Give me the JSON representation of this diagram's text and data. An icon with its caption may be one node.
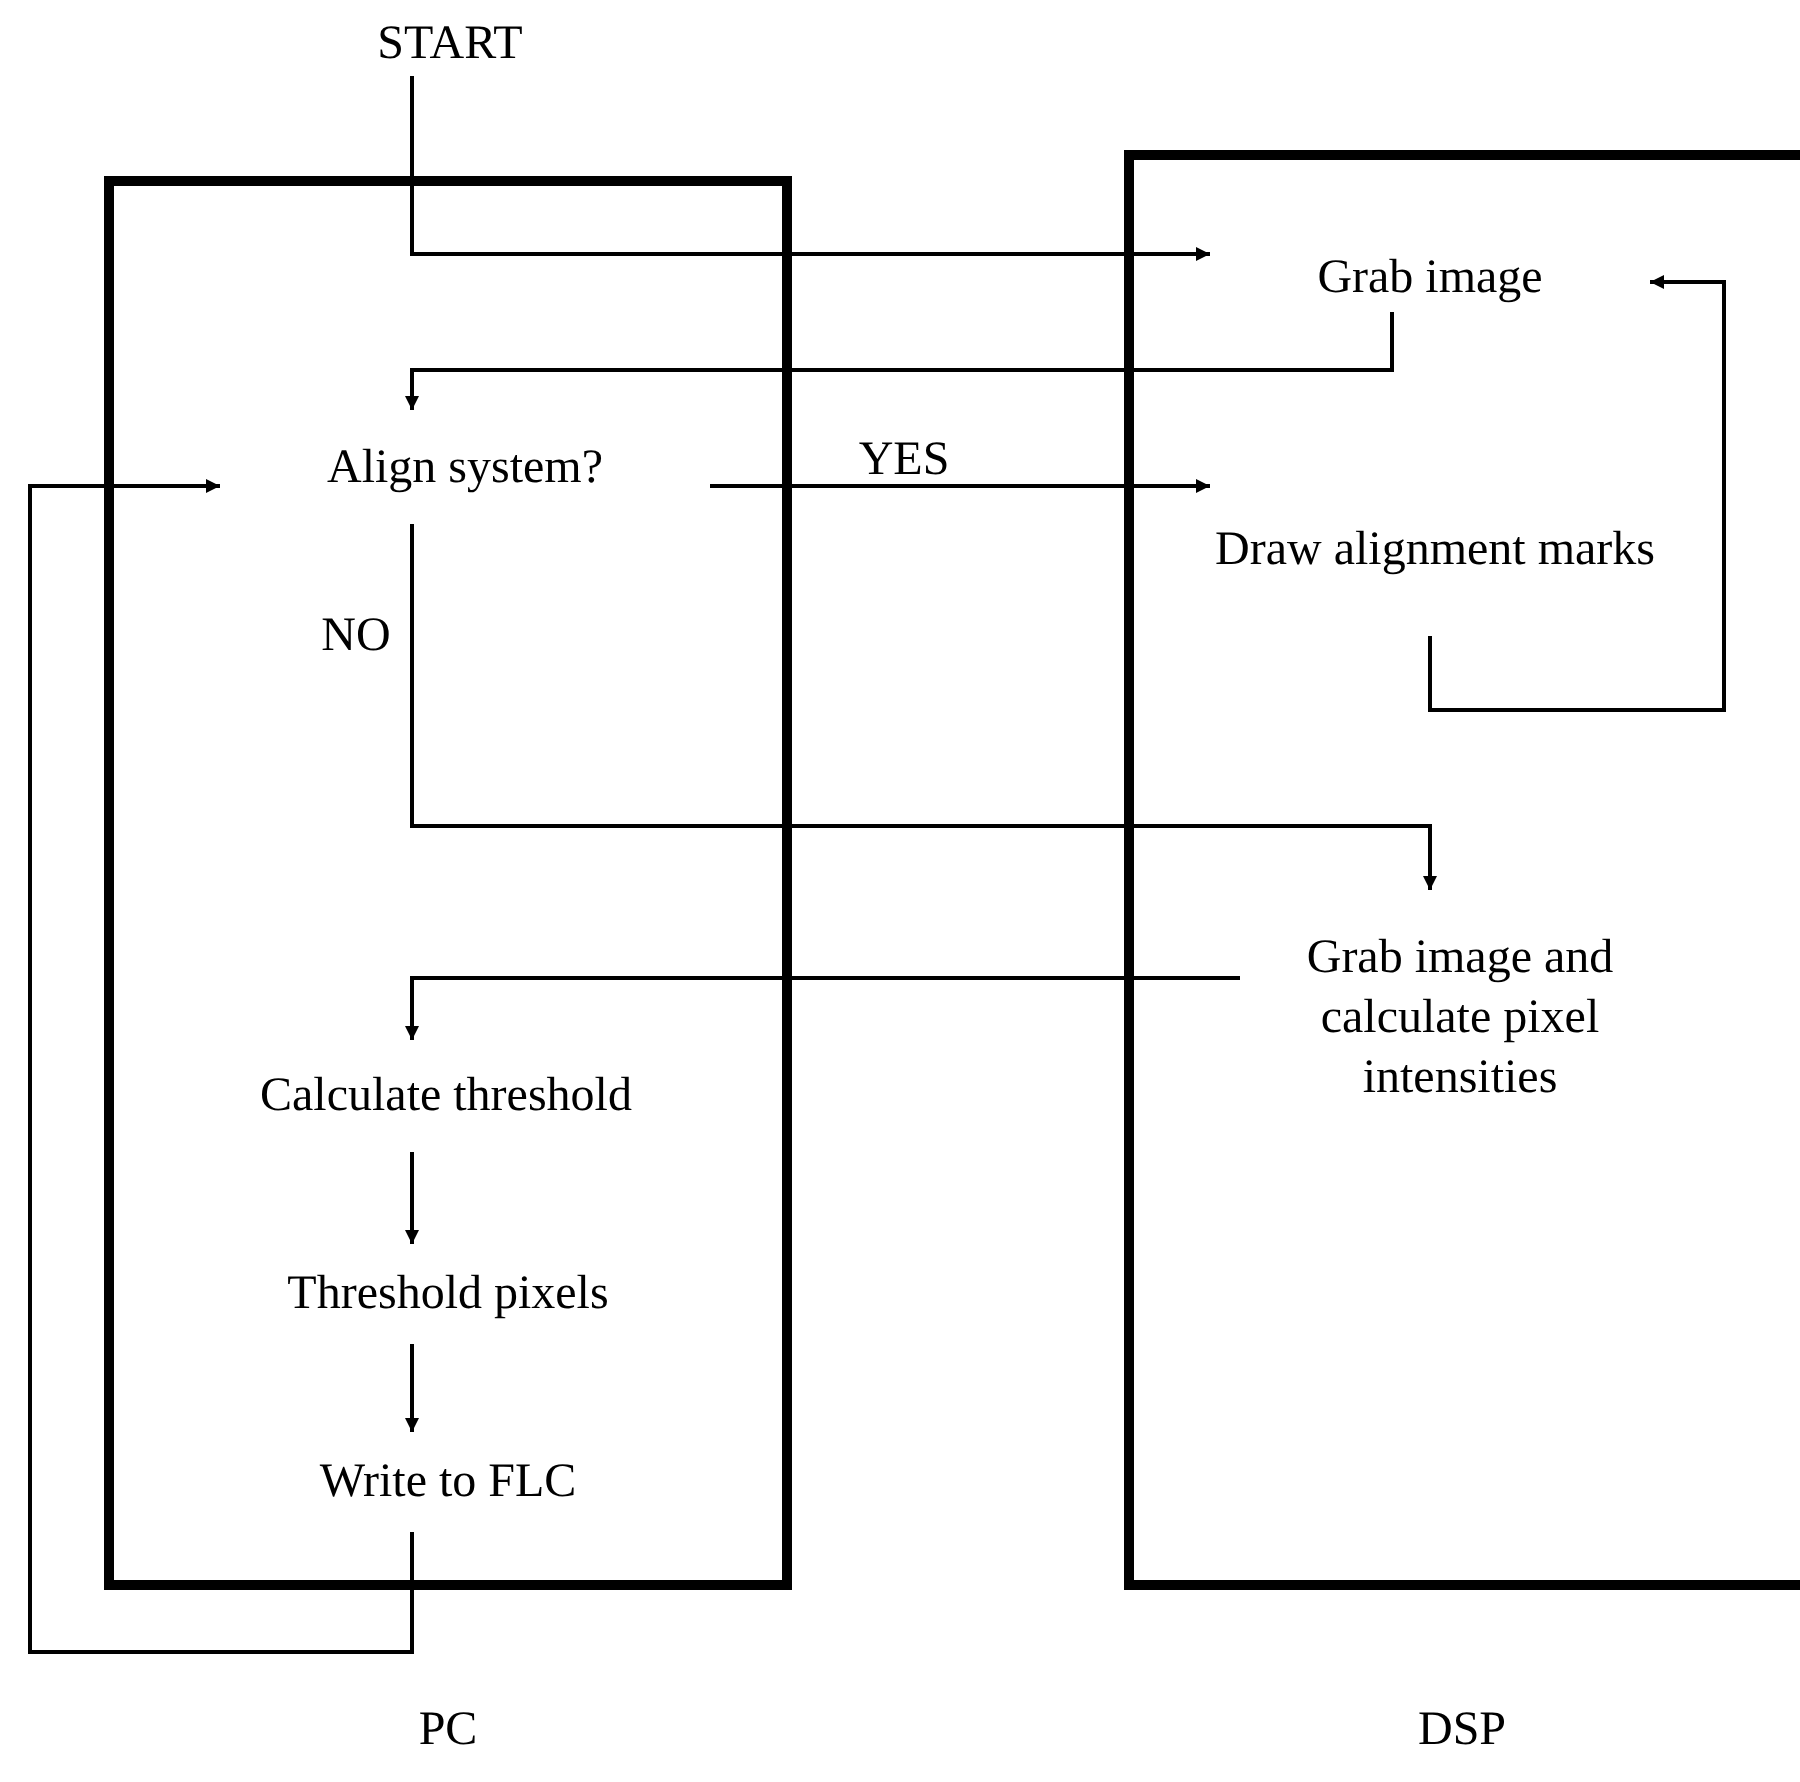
{
  "diagram": {
    "nodes": [
      {
        "text": [
          "START"
        ]
      },
      {
        "text": [
          "PC"
        ]
      },
      {
        "text": [
          "DSP"
        ]
      },
      {
        "text": [
          "Align system?"
        ],
        "in": 1
      },
      {
        "text": [
          "Calculate threshold"
        ],
        "in": 1
      },
      {
        "text": [
          "Threshold pixels"
        ],
        "in": 1
      },
      {
        "text": [
          "Write to FLC"
        ],
        "in": 1
      },
      {
        "text": [
          "Grab image"
        ],
        "in": 2
      },
      {
        "text": [
          "Draw alignment marks"
        ],
        "in": 2
      },
      {
        "text": [
          "Grab image and calculate pixel intensities"
        ],
        "in": 2
      }
    ],
    "edges": [
      {
        "from": 0,
        "to": 7,
        "arrow": "to"
      },
      {
        "from": 7,
        "to": 3,
        "arrow": "to"
      },
      {
        "from": 3,
        "to": 8,
        "label": "YES",
        "arrow": "to"
      },
      {
        "from": 3,
        "to": 9,
        "label": "NO",
        "arrow": "to"
      },
      {
        "from": 8,
        "to": 7,
        "arrow": "to"
      },
      {
        "from": 9,
        "to": 4,
        "arrow": "to"
      },
      {
        "from": 4,
        "to": 5,
        "arrow": "to"
      },
      {
        "from": 5,
        "to": 6,
        "arrow": "to"
      },
      {
        "from": 6,
        "to": 3,
        "arrow": "to"
      }
    ]
  }
}
